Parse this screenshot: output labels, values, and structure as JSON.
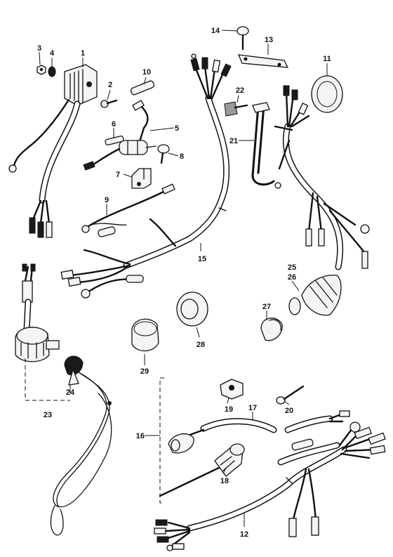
{
  "diagram": {
    "parts": [
      {
        "id": "part-1",
        "number": "1"
      },
      {
        "id": "part-2",
        "number": "2"
      },
      {
        "id": "part-3",
        "number": "3"
      },
      {
        "id": "part-4",
        "number": "4"
      },
      {
        "id": "part-5",
        "number": "5"
      },
      {
        "id": "part-6",
        "number": "6"
      },
      {
        "id": "part-7",
        "number": "7"
      },
      {
        "id": "part-8",
        "number": "8"
      },
      {
        "id": "part-9",
        "number": "9"
      },
      {
        "id": "part-10",
        "number": "10"
      },
      {
        "id": "part-11",
        "number": "11"
      },
      {
        "id": "part-12",
        "number": "12"
      },
      {
        "id": "part-13",
        "number": "13"
      },
      {
        "id": "part-14",
        "number": "14"
      },
      {
        "id": "part-15",
        "number": "15"
      },
      {
        "id": "part-16",
        "number": "16"
      },
      {
        "id": "part-17",
        "number": "17"
      },
      {
        "id": "part-18",
        "number": "18"
      },
      {
        "id": "part-19",
        "number": "19"
      },
      {
        "id": "part-20",
        "number": "20"
      },
      {
        "id": "part-21",
        "number": "21"
      },
      {
        "id": "part-22",
        "number": "22"
      },
      {
        "id": "part-23",
        "number": "23"
      },
      {
        "id": "part-24",
        "number": "24"
      },
      {
        "id": "part-25",
        "number": "25"
      },
      {
        "id": "part-26",
        "number": "26"
      },
      {
        "id": "part-27",
        "number": "27"
      },
      {
        "id": "part-28",
        "number": "28"
      },
      {
        "id": "part-29",
        "number": "29"
      }
    ]
  }
}
